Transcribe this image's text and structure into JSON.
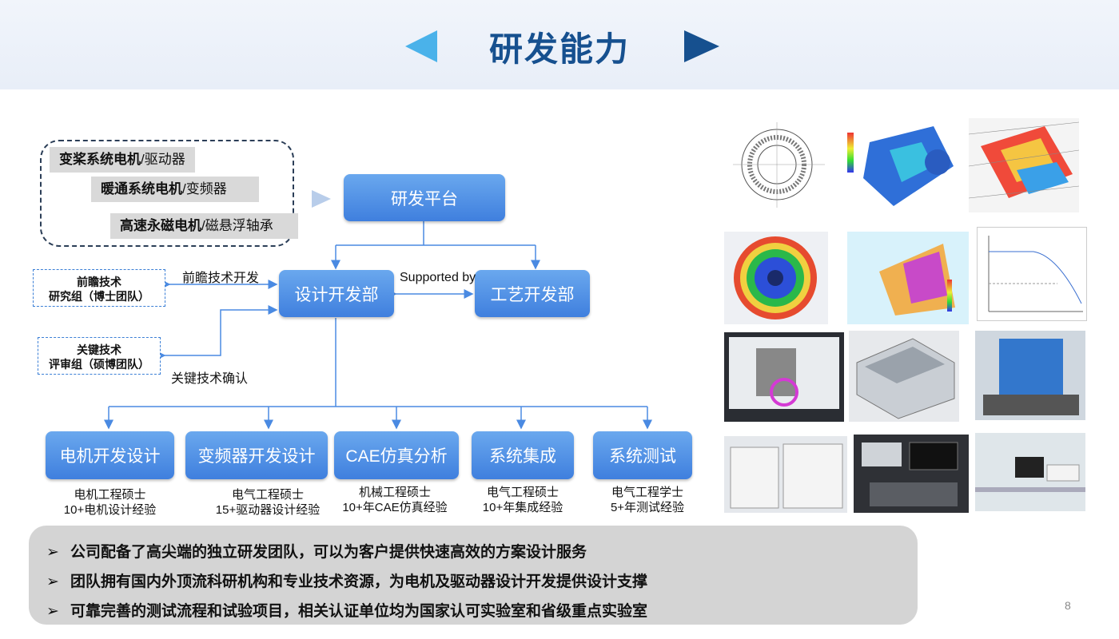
{
  "title": "研发能力",
  "markets": [
    {
      "bold": "变桨系统电机",
      "rest": "/驱动器"
    },
    {
      "bold": "暖通系统电机",
      "rest": "/变频器"
    },
    {
      "bold": "高速永磁电机",
      "rest": "/磁悬浮轴承"
    }
  ],
  "nodes": {
    "platform": "研发平台",
    "design": "设计开发部",
    "process": "工艺开发部"
  },
  "side_groups": {
    "forward": {
      "line1": "前瞻技术",
      "line2": "研究组（博士团队）"
    },
    "review": {
      "line1": "关键技术",
      "line2": "评审组（硕博团队）"
    }
  },
  "edge_labels": {
    "forward": "前瞻技术开发",
    "supported": "Supported by",
    "confirm": "关键技术确认"
  },
  "departments": [
    {
      "label": "电机开发设计",
      "line1": "电机工程硕士",
      "line2": "10+电机设计经验"
    },
    {
      "label": "变频器开发设计",
      "line1": "电气工程硕士",
      "line2": "15+驱动器设计经验"
    },
    {
      "label": "CAE仿真分析",
      "line1": "机械工程硕士",
      "line2": "10+年CAE仿真经验"
    },
    {
      "label": "系统集成",
      "line1": "电气工程硕士",
      "line2": "10+年集成经验"
    },
    {
      "label": "系统测试",
      "line1": "电气工程学士",
      "line2": "5+年测试经验"
    }
  ],
  "bullets": [
    "公司配备了高尖端的独立研发团队，可以为客户提供快速高效的方案设计服务",
    "团队拥有国内外顶流科研机构和专业技术资源，为电机及驱动器设计开发提供设计支撑",
    "可靠完善的测试流程和试验项目，相关认证单位均为国家认可实验室和省级重点实验室"
  ],
  "bullet_marker": "➢",
  "page_number": "8",
  "colors": {
    "title": "#16508f",
    "node": "#4a8ae2",
    "accent_light": "#4ab2ea"
  }
}
